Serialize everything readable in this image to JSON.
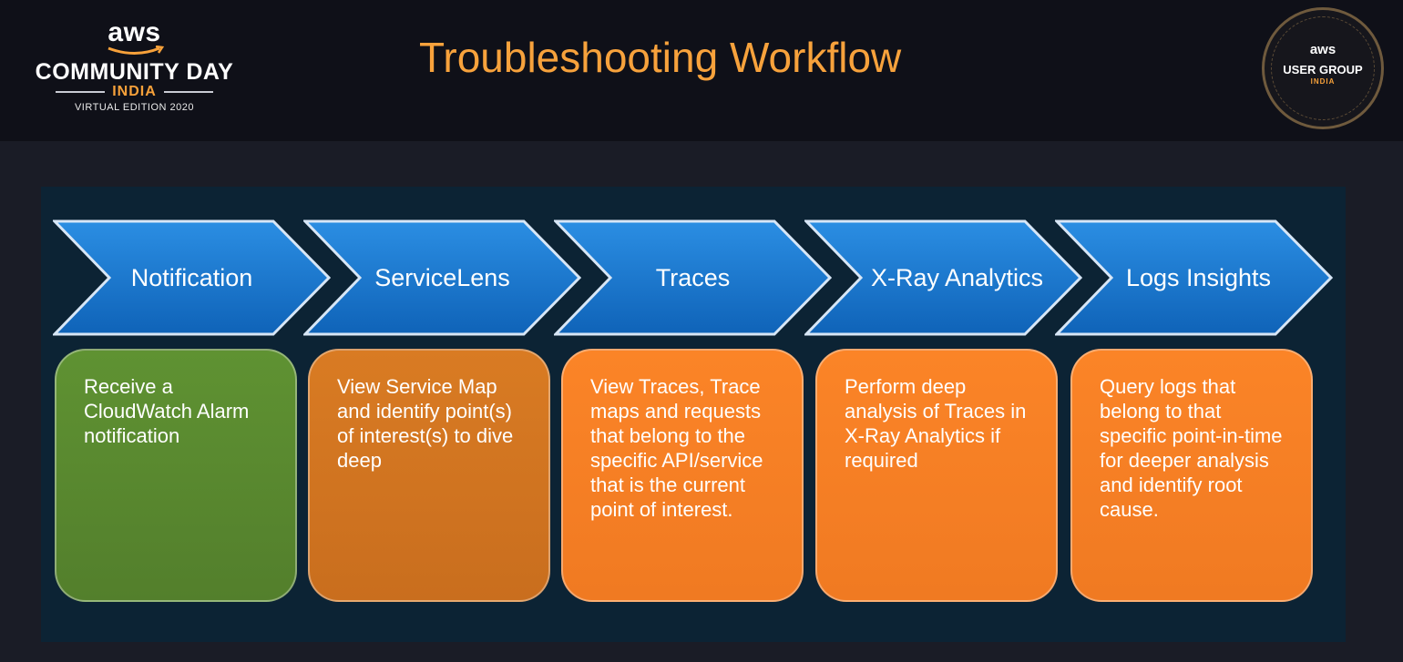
{
  "header": {
    "title": "Troubleshooting Workflow",
    "logo_left": {
      "aws": "aws",
      "event": "COMMUNITY DAY",
      "country": "INDIA",
      "edition": "VIRTUAL EDITION 2020"
    },
    "logo_right": {
      "aws": "aws",
      "group": "USER GROUP",
      "country": "INDIA"
    }
  },
  "steps": [
    {
      "label": "Notification",
      "description": "Receive a CloudWatch Alarm notification"
    },
    {
      "label": "ServiceLens",
      "description": "View Service Map and identify point(s) of interest(s) to dive deep"
    },
    {
      "label": "Traces",
      "description": "View Traces, Trace maps and requests that belong to the specific API/service that is the current point of interest."
    },
    {
      "label": "X-Ray Analytics",
      "description": "Perform deep analysis of Traces in X-Ray Analytics if required"
    },
    {
      "label": "Logs Insights",
      "description": "Query logs that belong to that specific point-in-time for deeper analysis and identify root cause."
    }
  ],
  "colors": {
    "title": "#f7a23c",
    "arrow": "#1677cf",
    "card_green": "#5f9232",
    "card_amber": "#d97b23",
    "card_orange": "#fb8427"
  }
}
